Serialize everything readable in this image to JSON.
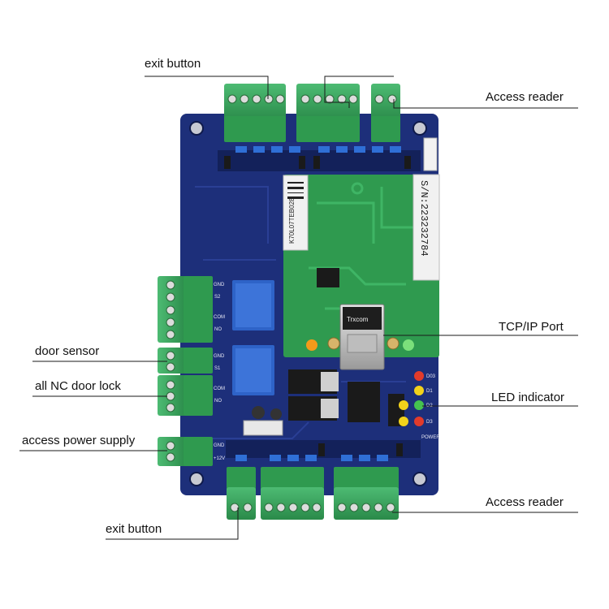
{
  "callouts": {
    "exit_button_top": "exit button",
    "access_reader_top": "Access reader",
    "tcp_ip_port": "TCP/IP Port",
    "led_indicator": "LED indicator",
    "door_sensor": "door sensor",
    "nc_door_lock": "all NC door lock",
    "access_power_supply": "access power supply",
    "access_reader_bottom": "Access reader",
    "exit_button_bottom": "exit button"
  },
  "board": {
    "serial_label": "S/N:223232784",
    "sticker_code": "K70L07TEB028",
    "jack_brand": "Trxcom",
    "left_terminal_labels": [
      "GND",
      "S2",
      "COM",
      "NO",
      "GND",
      "S1",
      "COM",
      "NO",
      "GND",
      "+12V"
    ],
    "right_led_labels": [
      "D03",
      "D1",
      "D2",
      "D3",
      "POWER"
    ]
  },
  "colors": {
    "pcb_blue": "#1d2f7a",
    "terminal_green": "#34a35a",
    "module_green": "#2f9a4f",
    "wire": "#1a1a1a"
  }
}
